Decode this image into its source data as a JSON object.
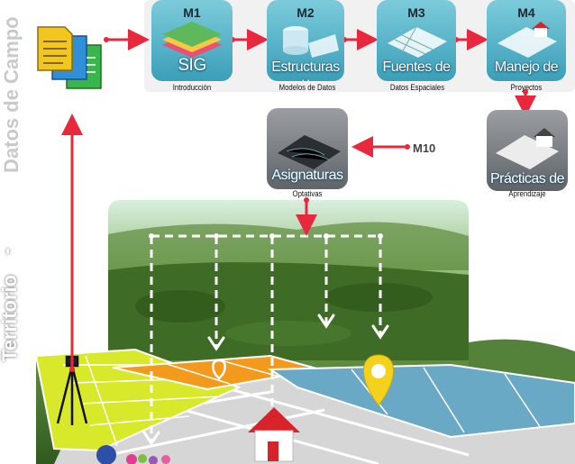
{
  "side_labels": {
    "campo": "Datos de Campo",
    "territorio": "Territorio",
    "separator": "-"
  },
  "modules": [
    {
      "code": "M1",
      "title": "SIG",
      "subtitle": "Introducción"
    },
    {
      "code": "M2",
      "title": "Estructuras y",
      "subtitle": "Modelos de Datos"
    },
    {
      "code": "M3",
      "title": "Fuentes de",
      "subtitle": "Datos Espaciales"
    },
    {
      "code": "M4",
      "title": "Manejo de",
      "subtitle": "Proyectos"
    }
  ],
  "practicas": {
    "title": "Prácticas de",
    "subtitle": "Aprendizaje"
  },
  "asignaturas": {
    "title": "Asignaturas",
    "subtitle": "Optativas",
    "code": "M10"
  },
  "colors": {
    "module_bg": "#4fb3c8",
    "arrow": "#e8283c",
    "optativas_bg": "#6f7479",
    "practicas_bg": "#8a8d90",
    "parcel_yellow": "#d8e82a",
    "parcel_orange": "#f39a1d",
    "parcel_blue": "#6aa9c6",
    "pin_yellow": "#f4d21c"
  }
}
